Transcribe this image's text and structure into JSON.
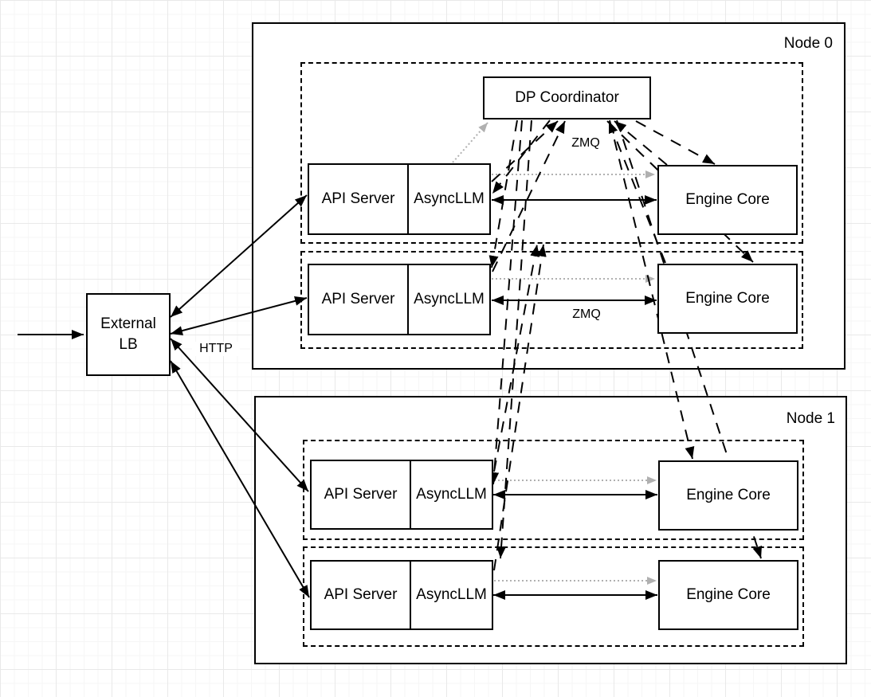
{
  "nodes": [
    {
      "label": "Node 0"
    },
    {
      "label": "Node 1"
    }
  ],
  "coordinator": {
    "label": "DP Coordinator"
  },
  "external_lb": {
    "line1": "External",
    "line2": "LB"
  },
  "rows": [
    {
      "api": "API Server",
      "asyncllm": "AsyncLLM",
      "engine": "Engine Core"
    },
    {
      "api": "API Server",
      "asyncllm": "AsyncLLM",
      "engine": "Engine Core"
    },
    {
      "api": "API Server",
      "asyncllm": "AsyncLLM",
      "engine": "Engine Core"
    },
    {
      "api": "API Server",
      "asyncllm": "AsyncLLM",
      "engine": "Engine Core"
    }
  ],
  "edge_labels": {
    "zmq_coordinator": "ZMQ",
    "zmq_engine": "ZMQ",
    "http": "HTTP"
  },
  "colors": {
    "line_black": "#000000",
    "line_gray": "#b0b0b0",
    "box_fill": "#ffffff"
  }
}
